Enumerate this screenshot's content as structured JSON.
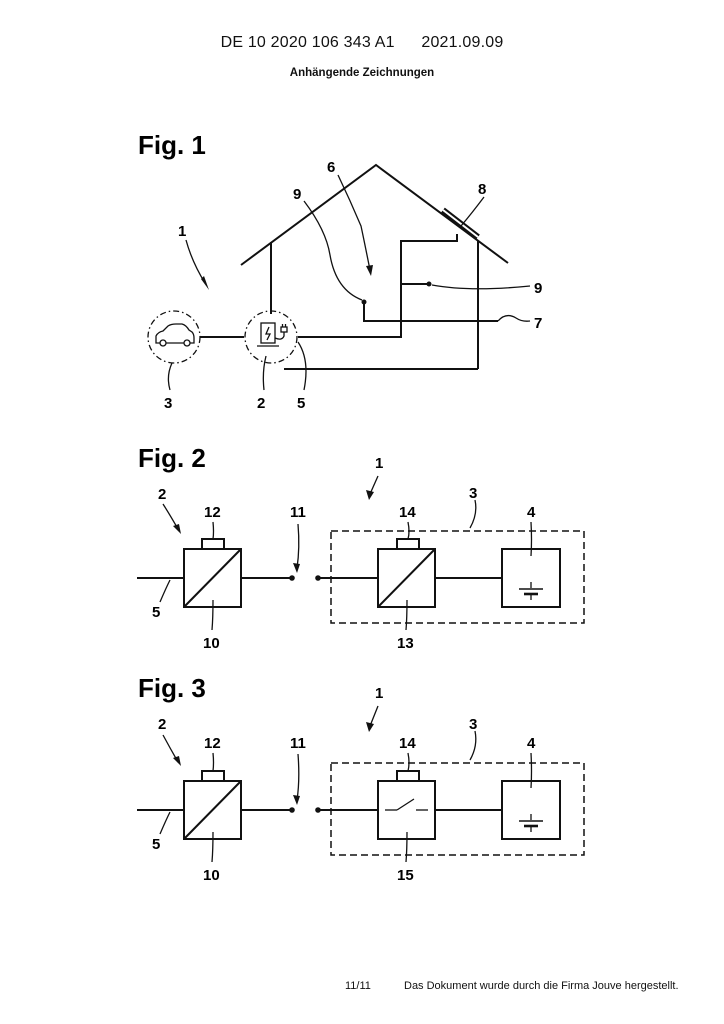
{
  "header": {
    "publication_number": "DE 10 2020 106 343 A1",
    "publication_date": "2021.09.09",
    "section_title": "Anhängende Zeichnungen"
  },
  "figures": {
    "fig1": {
      "label": "Fig. 1",
      "refs": {
        "system": "1",
        "charger": "2",
        "vehicle": "3",
        "cable": "5",
        "house": "6",
        "grid": "7",
        "pv": "8",
        "consumer_a": "9",
        "consumer_b": "9"
      },
      "icons": [
        "car-icon",
        "charging-station-icon",
        "plug-icon"
      ]
    },
    "fig2": {
      "label": "Fig. 2",
      "refs": {
        "system": "1",
        "charger": "2",
        "vehicle": "3",
        "battery": "4",
        "cable": "5",
        "converter": "10",
        "connection": "11",
        "control": "12",
        "vehicle_converter": "13",
        "vehicle_control": "14"
      }
    },
    "fig3": {
      "label": "Fig. 3",
      "refs": {
        "system": "1",
        "charger": "2",
        "vehicle": "3",
        "battery": "4",
        "cable": "5",
        "converter": "10",
        "connection": "11",
        "control": "12",
        "vehicle_control": "14",
        "switch": "15"
      }
    }
  },
  "footer": {
    "page": "11/11",
    "note": "Das Dokument wurde durch die Firma Jouve hergestellt."
  }
}
